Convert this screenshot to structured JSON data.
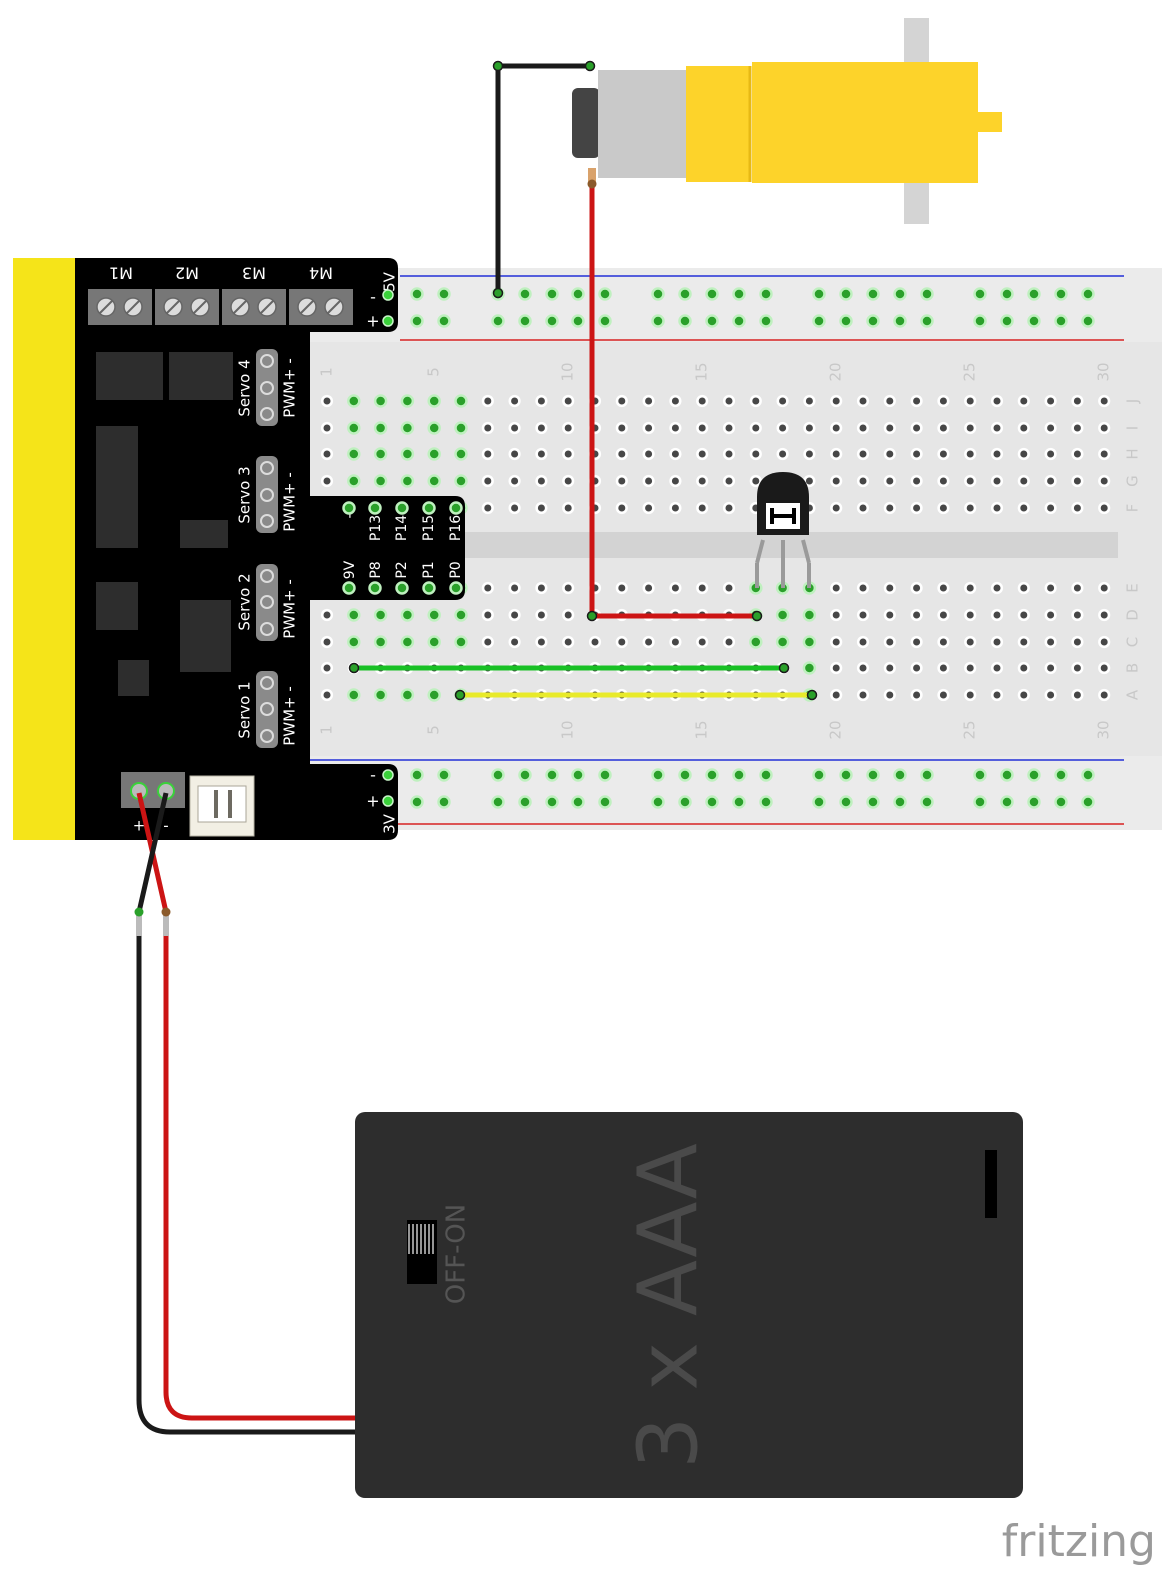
{
  "controller": {
    "motor_ports": [
      "M1",
      "M2",
      "M3",
      "M4"
    ],
    "top_power": {
      "voltage": "5V",
      "minus": "-",
      "plus": "+"
    },
    "bottom_power": {
      "voltage": "3V",
      "minus": "-",
      "plus": "+"
    },
    "servos": [
      {
        "name": "Servo 4",
        "pins": "PWM+ -"
      },
      {
        "name": "Servo 3",
        "pins": "PWM+ -"
      },
      {
        "name": "Servo 2",
        "pins": "PWM+ -"
      },
      {
        "name": "Servo 1",
        "pins": "PWM+ -"
      }
    ],
    "pin_header_top": [
      "-",
      "P13",
      "P14",
      "P15",
      "P16"
    ],
    "pin_header_bottom": [
      "9V",
      "P8",
      "P2",
      "P1",
      "P0"
    ],
    "battery_terminal": {
      "plus": "+",
      "minus": "-"
    }
  },
  "breadboard": {
    "column_numbers": [
      "1",
      "5",
      "10",
      "15",
      "20",
      "25",
      "30"
    ],
    "rows_top": [
      "J",
      "I",
      "H",
      "G",
      "F"
    ],
    "rows_bottom": [
      "E",
      "D",
      "C",
      "B",
      "A"
    ]
  },
  "battery": {
    "label": "3 x AAA",
    "switch_label": "OFF-ON"
  },
  "logo": "fritzing",
  "colors": {
    "controller": "#000000",
    "controller_edge": "#f5e419",
    "motor_yellow": "#fdd32a",
    "wire_red": "#cc1414",
    "wire_black": "#1a1a1a",
    "wire_green": "#18c024",
    "wire_yellow": "#e8ea2a",
    "battery_case": "#2d2d2d"
  }
}
